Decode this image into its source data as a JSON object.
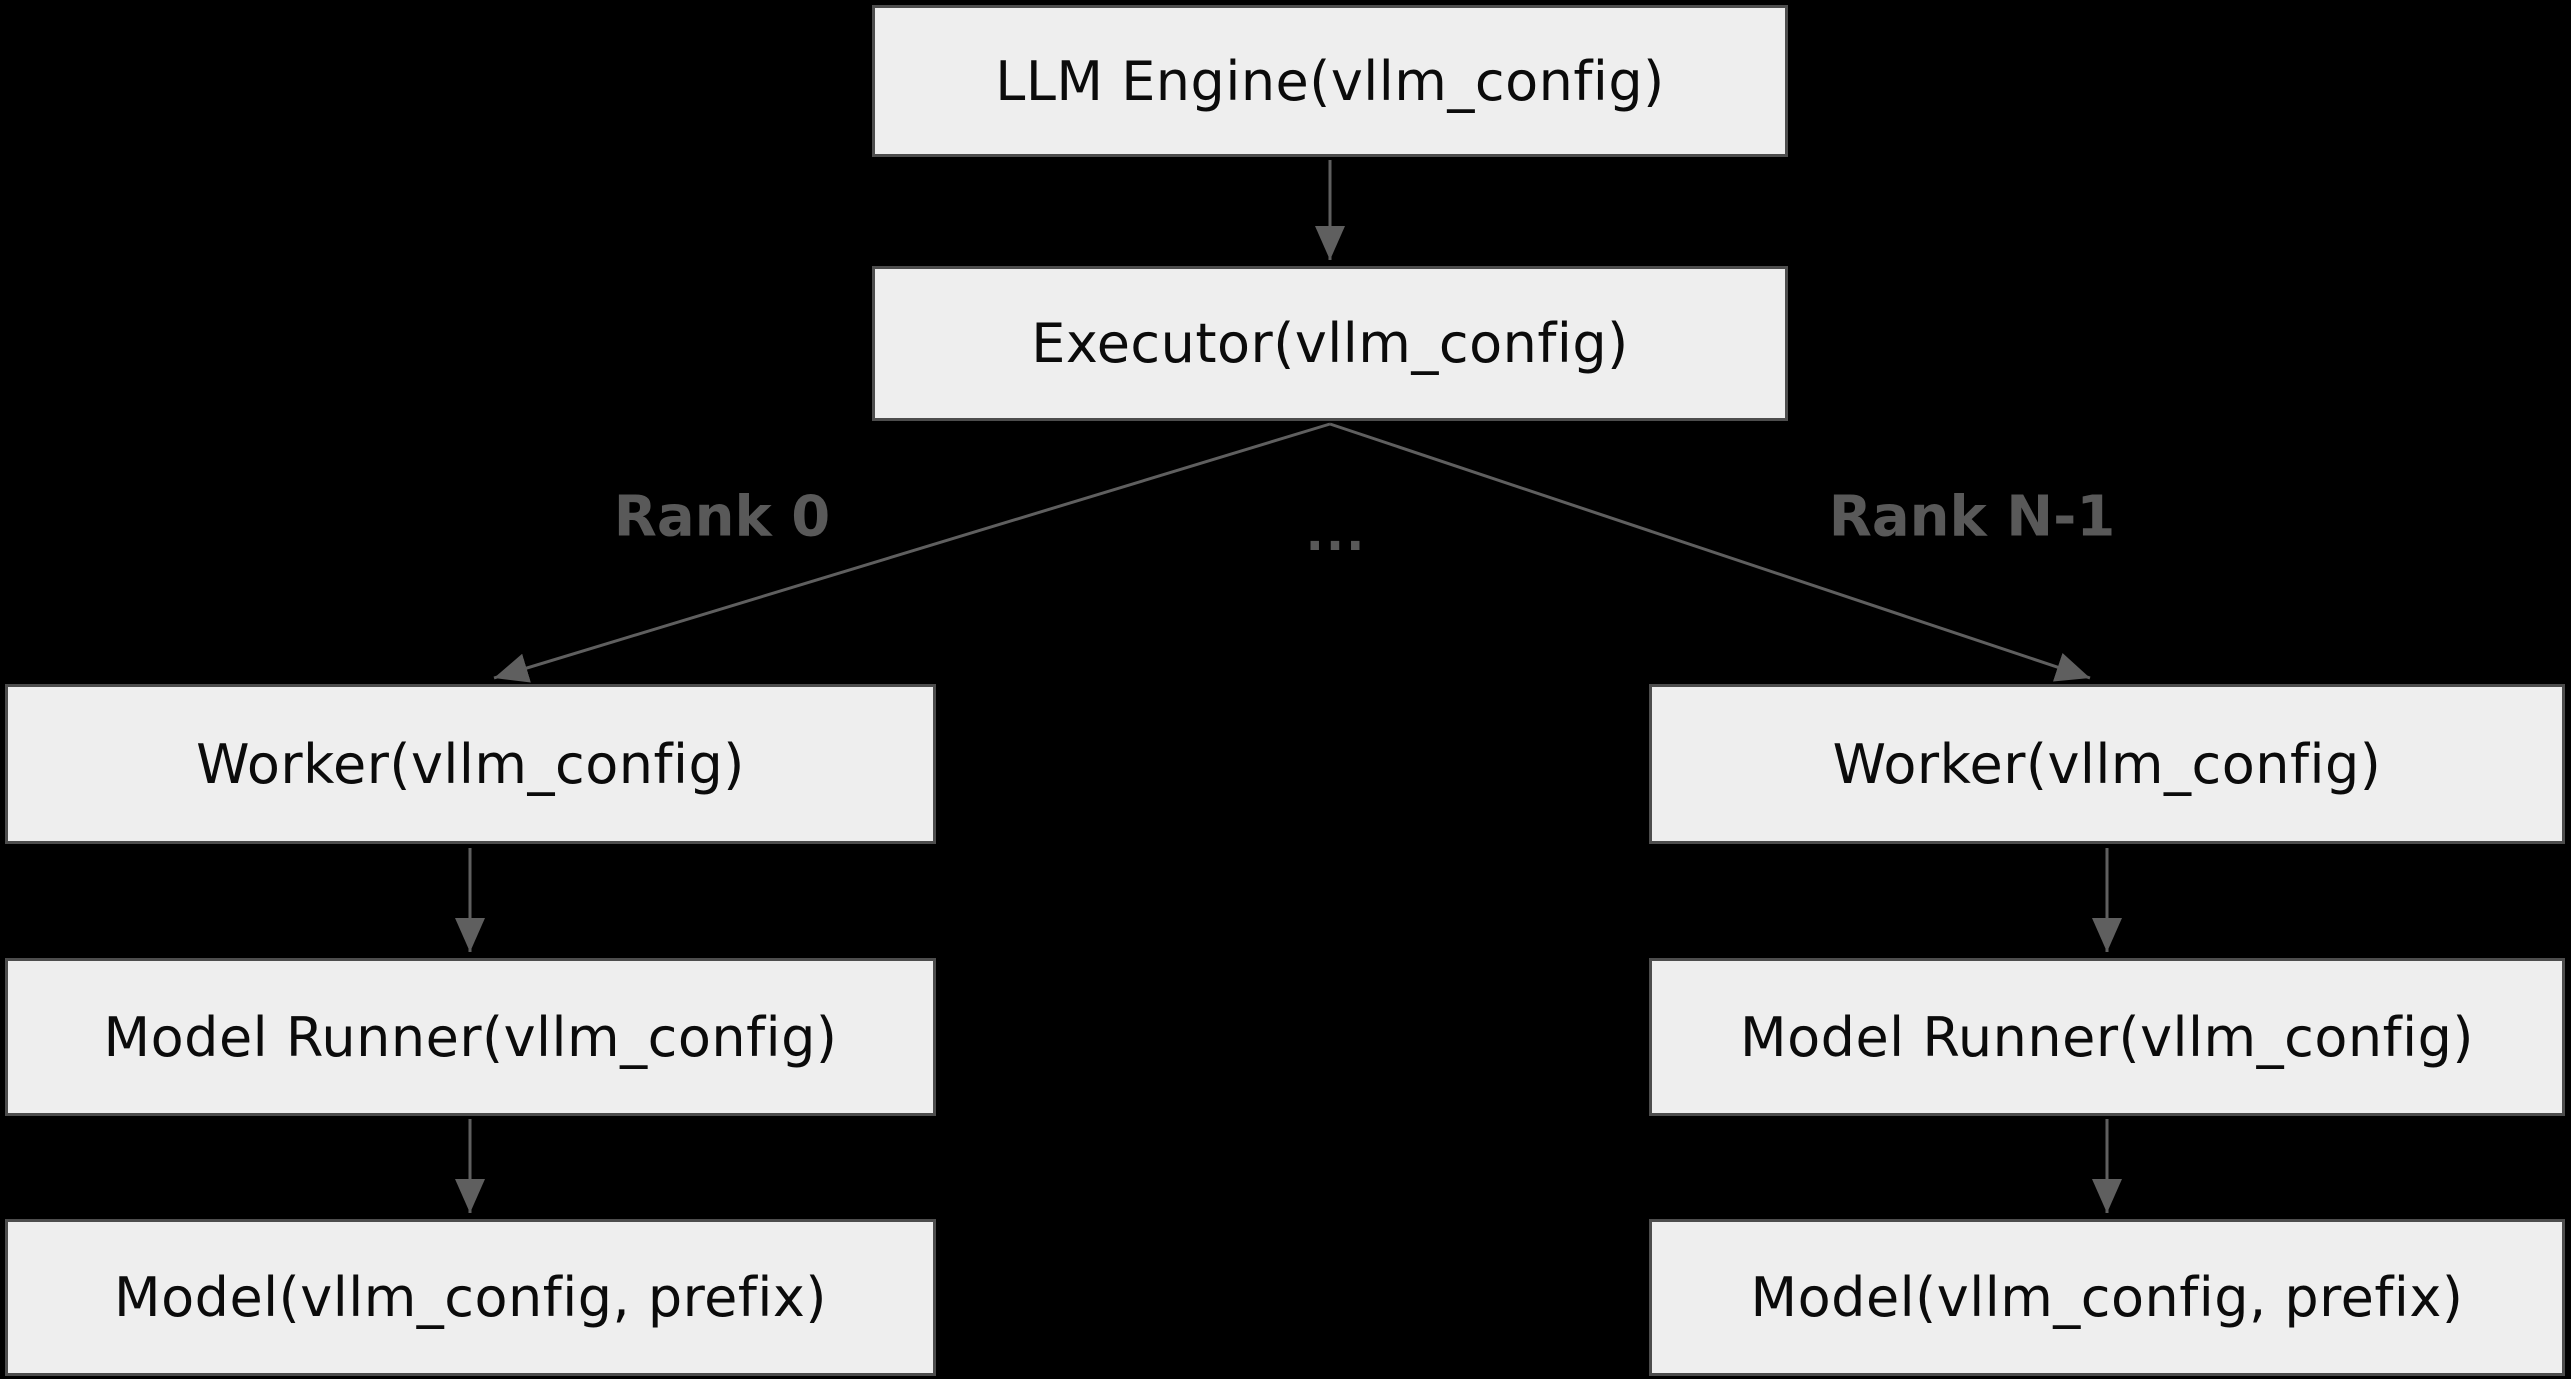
{
  "colors": {
    "background": "#000000",
    "box_fill": "#eeeeee",
    "box_border": "#4d4d4d",
    "line_color": "#5f5f5f",
    "label_color": "#595959",
    "text_color": "#0b0b0b"
  },
  "nodes": {
    "engine": "LLM Engine(vllm_config)",
    "executor": "Executor(vllm_config)",
    "worker_left": "Worker(vllm_config)",
    "worker_right": "Worker(vllm_config)",
    "model_runner_left": "Model Runner(vllm_config)",
    "model_runner_right": "Model Runner(vllm_config)",
    "model_left": "Model(vllm_config, prefix)",
    "model_right": "Model(vllm_config, prefix)"
  },
  "edge_labels": {
    "rank_0": "Rank 0",
    "ellipsis": "...",
    "rank_n_minus_1": "Rank N-1"
  }
}
